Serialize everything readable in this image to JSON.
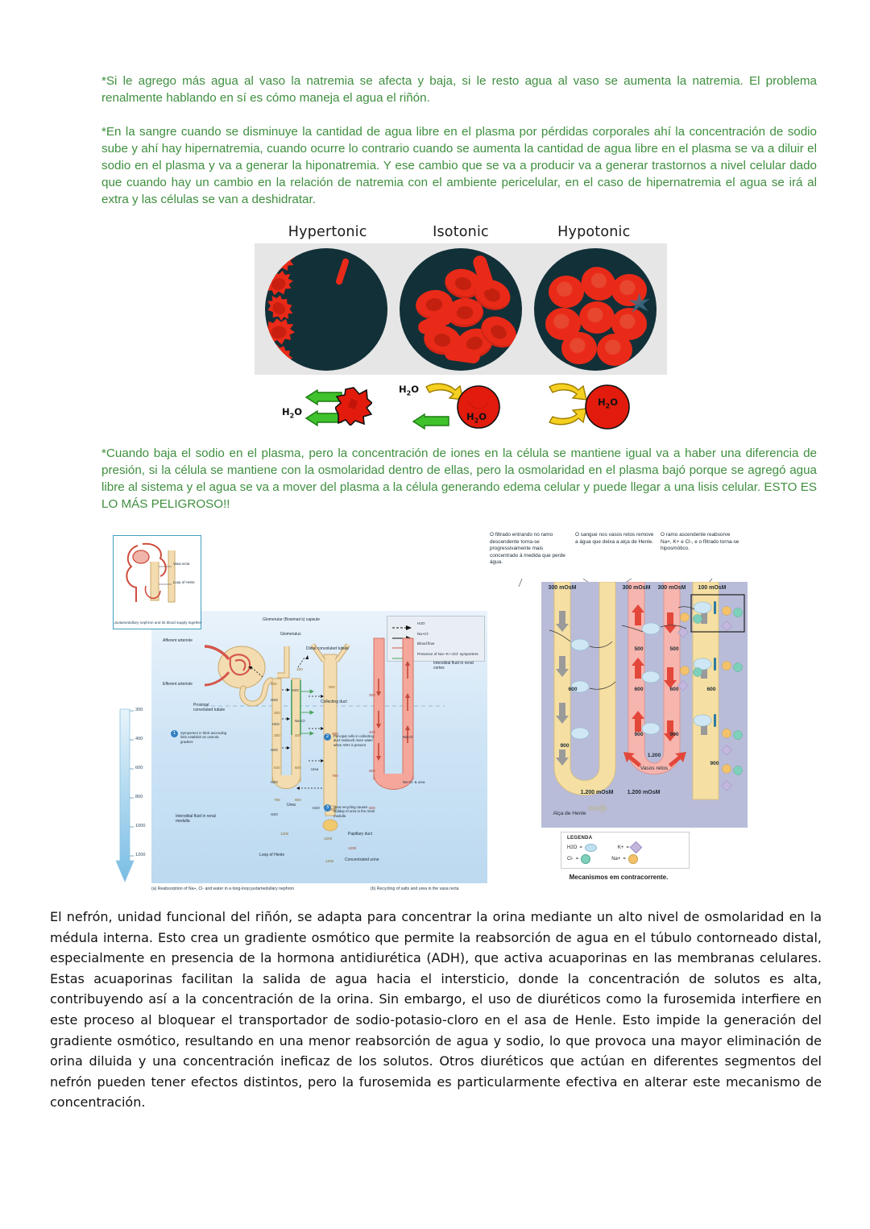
{
  "notes": {
    "note1": "*Si le agrego más agua al vaso la natremia se afecta y baja, si le resto agua al vaso se aumenta la natremia. El problema renalmente hablando en sí es cómo maneja el agua el riñón.",
    "note2": "*En la sangre cuando se disminuye la cantidad de agua libre en el plasma por pérdidas corporales ahí la concentración de sodio sube y ahí hay hipernatremia, cuando ocurre lo contrario cuando se aumenta la cantidad de agua libre en el plasma se va a diluir el sodio en el plasma y va a generar la hiponatremia. Y ese cambio que se va a producir va a generar trastornos a nivel celular dado que cuando hay un cambio en la relación de natremia con el ambiente pericelular, en el caso de hipernatremia el agua se irá al extra y las células se van a deshidratar.",
    "note3": "*Cuando baja el sodio en el plasma, pero la concentración de iones en la célula se mantiene igual va a haber una diferencia de presión, si la célula se mantiene con la osmolaridad dentro de ellas, pero la osmolaridad en el plasma bajó porque se agregó agua libre al sistema y el agua se va a mover del plasma a la célula generando edema celular y puede llegar a una lisis celular. ESTO ES LO MÁS PELIGROSO!!"
  },
  "tonicity": {
    "labels": [
      "Hypertonic",
      "Isotonic",
      "Hypotonic"
    ],
    "water_label": "H2O",
    "flow": [
      {
        "name": "hypertonic",
        "direction": "out",
        "arrow_color": "#3fc22b",
        "arrows": 2
      },
      {
        "name": "isotonic",
        "direction": "in-out",
        "arrow_color_in": "#f5d020",
        "arrow_color_out": "#3fc22b",
        "arrows": 2
      },
      {
        "name": "hypotonic",
        "direction": "in",
        "arrow_color": "#f5d020",
        "arrows": 2
      }
    ],
    "dish_bg": "#123038",
    "cell_color": "#ea2a18",
    "panel_bg": "#e6e6e6"
  },
  "nephron": {
    "inset": {
      "labels": [
        "Vasa recta",
        "Loop of Henle"
      ],
      "caption": "Juxtamedullary nephron and its blood supply together"
    },
    "legend": {
      "items": [
        {
          "label": "H2O",
          "style": "dashed",
          "color": "#111111"
        },
        {
          "label": "Na+Cl-",
          "style": "solid",
          "color": "#111111"
        },
        {
          "label": "Blood flow",
          "style": "solid",
          "color": "#d4574a"
        },
        {
          "label": "Presence of Na+-K+-2Cl- symporters",
          "style": "solid",
          "color": "#4aa05a"
        }
      ]
    },
    "scale_values": [
      "300",
      "400",
      "600",
      "800",
      "1000",
      "1200"
    ],
    "structure_labels": [
      "Glomerular (Bowman's) capsule",
      "Glomerulus",
      "Distal convoluted tubule",
      "Afferent arteriole",
      "Efferent arteriole",
      "Proximal convoluted tubule",
      "Collecting duct",
      "Interstitial fluid in renal cortex",
      "Interstitial fluid in renal medulla",
      "Loop of Henle",
      "Papillary duct",
      "Concentrated urine",
      "Urea"
    ],
    "annotations": [
      {
        "num": "1",
        "text": "Symporters in thick ascending limb establish an osmotic gradient"
      },
      {
        "num": "2",
        "text": "Principal cells in collecting duct reabsorb more water when ADH is present"
      },
      {
        "num": "3",
        "text": "Urea recycling causes buildup of urea in the renal medulla"
      }
    ],
    "tubule_numbers": [
      "300",
      "100",
      "200",
      "300",
      "380",
      "400",
      "540",
      "600",
      "780",
      "800",
      "900",
      "1000",
      "1200"
    ],
    "solute_labels": [
      "H2O",
      "Na+Cl-",
      "Na+Cl- & urea"
    ],
    "captions": [
      "(a) Reabsorption of Na+, Cl- and water in a long-loop juxtamedullary nephron",
      "(b) Recycling of salts and urea in the vasa recta"
    ]
  },
  "counter": {
    "top_notes": [
      "O filtrado entrando no ramo descendente torna-se progressivamente mais concentrado à medida que perde água.",
      "O sangue nos vasos retos remove a água que deixa a alça de Henle.",
      "O ramo ascendente reabsorve Na+, K+ e Cl-, e o filtrado torna-se hiposmótico."
    ],
    "top_values": [
      "300 mOsM",
      "300 mOsM",
      "300 mOsM",
      "100 mOsM"
    ],
    "mid_values": [
      "500",
      "500",
      "600",
      "600",
      "600",
      "600",
      "900",
      "900",
      "900",
      "900"
    ],
    "bottom_values": [
      "1.200",
      "1.200 mOsM",
      "1.200 mOsM"
    ],
    "labels": [
      "Vasos retos",
      "Alça de Henle"
    ],
    "legend": {
      "title": "LEGENDA",
      "items": [
        {
          "label": "H2O",
          "shape": "oval",
          "color": "#bfe0ef"
        },
        {
          "label": "K+",
          "shape": "diamond",
          "color": "#c3b7dd"
        },
        {
          "label": "Cl-",
          "shape": "circle",
          "color": "#7fd0bb"
        },
        {
          "label": "Na+",
          "shape": "circle",
          "color": "#f3c26b"
        }
      ]
    },
    "caption": "Mecanismos em contracorrente."
  },
  "bottom_text": "El nefrón, unidad funcional del riñón, se adapta para concentrar la orina mediante un alto nivel de osmolaridad en la médula interna. Esto crea un gradiente osmótico que permite la reabsorción de agua en el túbulo contorneado distal, especialmente en presencia de la hormona antidiurética (ADH), que activa acuaporinas en las membranas celulares. Estas acuaporinas facilitan la salida de agua hacia el intersticio, donde la concentración de solutos es alta, contribuyendo así a la concentración de la orina. Sin embargo, el uso de diuréticos como la furosemida interfiere en este proceso al bloquear el transportador de sodio-potasio-cloro en el asa de Henle. Esto impide la generación del gradiente osmótico, resultando en una menor reabsorción de agua y sodio, lo que provoca una mayor eliminación de orina diluida y una concentración ineficaz de los solutos. Otros diuréticos que actúan en diferentes segmentos del nefrón pueden tener efectos distintos, pero la furosemida es particularmente efectiva en alterar este mecanismo de concentración."
}
